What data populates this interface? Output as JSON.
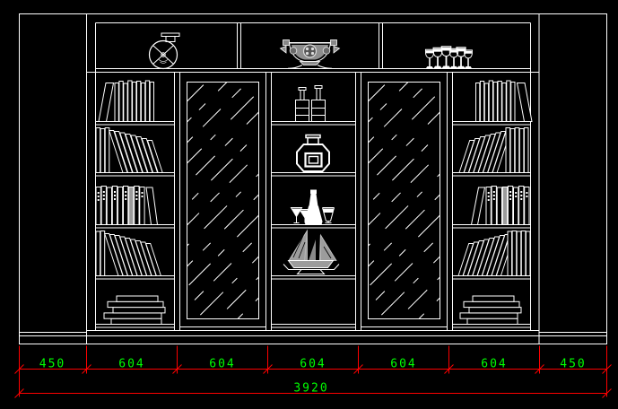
{
  "drawing": {
    "type": "cad-elevation",
    "subject": "bookcase-display-cabinet",
    "colors": {
      "background": "#000000",
      "line": "#ffffff",
      "gray_accent": "#9c9c9c",
      "dimension_line": "#ff0000",
      "dimension_text": "#00ff00"
    }
  },
  "dimensions": {
    "segments": [
      "450",
      "604",
      "604",
      "604",
      "604",
      "604",
      "450"
    ],
    "total": "3920"
  },
  "cabinet": {
    "top_row_items": [
      "alarm-clock",
      "ornate-bowl",
      "wine-glass-set"
    ],
    "left_column_shelves": [
      "books-upright-leaning",
      "books-cascade",
      "books-decorated",
      "books-cascade",
      "stacked-flat-books"
    ],
    "middle_column_shelves": [
      "wine-bottles",
      "hexagonal-jar",
      "decanter-and-glasses",
      "sailboat-model",
      "empty"
    ],
    "right_column_shelves": [
      "books-upright-leaning",
      "books-cascade",
      "books-decorated",
      "books-cascade",
      "stacked-flat-books"
    ],
    "doors": [
      "glass-panel-door",
      "glass-panel-door"
    ]
  }
}
